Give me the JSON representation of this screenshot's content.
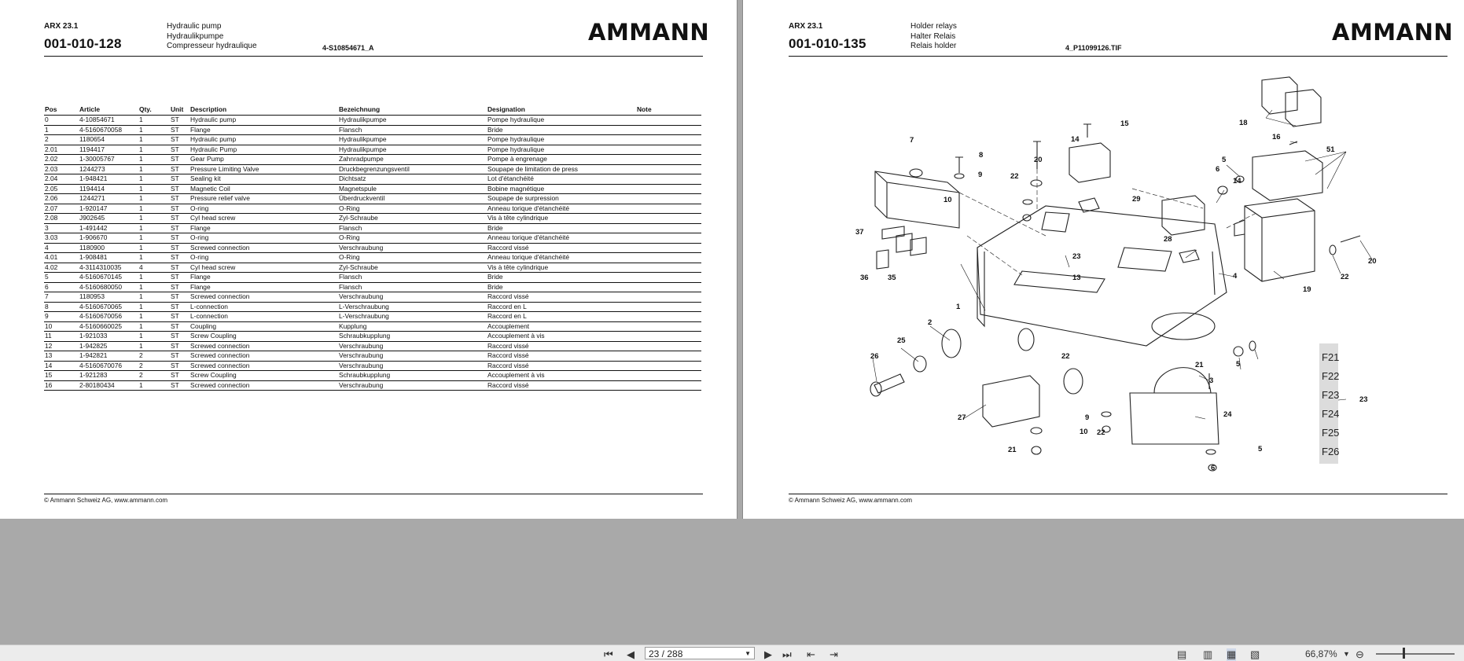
{
  "left_page": {
    "model": "ARX 23.1",
    "number": "001-010-128",
    "title_en": "Hydraulic pump",
    "title_de": "Hydraulikpumpe",
    "title_fr": "Compresseur hydraulique",
    "ref": "4-S10854671_A",
    "brand": "AMMANN",
    "footer": "© Ammann Schweiz AG, www.ammann.com",
    "columns": [
      "Pos",
      "Article",
      "Qty.",
      "Unit",
      "Description",
      "Bezeichnung",
      "Designation",
      "Note"
    ],
    "rows": [
      [
        "0",
        "4-10854671",
        "1",
        "ST",
        "Hydraulic pump",
        "Hydraulikpumpe",
        "Pompe hydraulique",
        ""
      ],
      [
        "1",
        "4-5160670058",
        "1",
        "ST",
        "Flange",
        "Flansch",
        "Bride",
        ""
      ],
      [
        "2",
        "1180654",
        "1",
        "ST",
        "Hydraulic pump",
        "Hydraulikpumpe",
        "Pompe hydraulique",
        ""
      ],
      [
        "2.01",
        "1194417",
        "1",
        "ST",
        "Hydraulic Pump",
        "Hydraulikpumpe",
        "Pompe hydraulique",
        ""
      ],
      [
        "2.02",
        "1-30005767",
        "1",
        "ST",
        "Gear Pump",
        "Zahnradpumpe",
        "Pompe à engrenage",
        ""
      ],
      [
        "2.03",
        "1244273",
        "1",
        "ST",
        "Pressure Limiting Valve",
        "Druckbegrenzungsventil",
        "Soupape de limitation de press",
        ""
      ],
      [
        "2.04",
        "1-948421",
        "1",
        "ST",
        "Sealing kit",
        "Dichtsatz",
        "Lot d'étanchéité",
        ""
      ],
      [
        "2.05",
        "1194414",
        "1",
        "ST",
        "Magnetic Coil",
        "Magnetspule",
        "Bobine magnétique",
        ""
      ],
      [
        "2.06",
        "1244271",
        "1",
        "ST",
        "Pressure relief valve",
        "Überdruckventil",
        "Soupape de surpression",
        ""
      ],
      [
        "2.07",
        "1-920147",
        "1",
        "ST",
        "O-ring",
        "O-Ring",
        "Anneau torique d'étanchéité",
        ""
      ],
      [
        "2.08",
        "J902645",
        "1",
        "ST",
        "Cyl head screw",
        "Zyl-Schraube",
        "Vis à tête cylindrique",
        ""
      ],
      [
        "3",
        "1-491442",
        "1",
        "ST",
        "Flange",
        "Flansch",
        "Bride",
        ""
      ],
      [
        "3.03",
        "1-906670",
        "1",
        "ST",
        "O-ring",
        "O-Ring",
        "Anneau torique d'étanchéité",
        ""
      ],
      [
        "4",
        "1180900",
        "1",
        "ST",
        "Screwed connection",
        "Verschraubung",
        "Raccord vissé",
        ""
      ],
      [
        "4.01",
        "1-908481",
        "1",
        "ST",
        "O-ring",
        "O-Ring",
        "Anneau torique d'étanchéité",
        ""
      ],
      [
        "4.02",
        "4-3114310035",
        "4",
        "ST",
        "Cyl head screw",
        "Zyl-Schraube",
        "Vis à tête cylindrique",
        ""
      ],
      [
        "5",
        "4-5160670145",
        "1",
        "ST",
        "Flange",
        "Flansch",
        "Bride",
        ""
      ],
      [
        "6",
        "4-5160680050",
        "1",
        "ST",
        "Flange",
        "Flansch",
        "Bride",
        ""
      ],
      [
        "7",
        "1180953",
        "1",
        "ST",
        "Screwed connection",
        "Verschraubung",
        "Raccord vissé",
        ""
      ],
      [
        "8",
        "4-5160670065",
        "1",
        "ST",
        "L-connection",
        "L-Verschraubung",
        "Raccord en L",
        ""
      ],
      [
        "9",
        "4-5160670056",
        "1",
        "ST",
        "L-connection",
        "L-Verschraubung",
        "Raccord en L",
        ""
      ],
      [
        "10",
        "4-5160660025",
        "1",
        "ST",
        "Coupling",
        "Kupplung",
        "Accouplement",
        ""
      ],
      [
        "11",
        "1-921033",
        "1",
        "ST",
        "Screw Coupling",
        "Schraubkupplung",
        "Accouplement à vis",
        ""
      ],
      [
        "12",
        "1-942825",
        "1",
        "ST",
        "Screwed connection",
        "Verschraubung",
        "Raccord vissé",
        ""
      ],
      [
        "13",
        "1-942821",
        "2",
        "ST",
        "Screwed connection",
        "Verschraubung",
        "Raccord vissé",
        ""
      ],
      [
        "14",
        "4-5160670076",
        "2",
        "ST",
        "Screwed connection",
        "Verschraubung",
        "Raccord vissé",
        ""
      ],
      [
        "15",
        "1-921283",
        "2",
        "ST",
        "Screw Coupling",
        "Schraubkupplung",
        "Accouplement à vis",
        ""
      ],
      [
        "16",
        "2-80180434",
        "1",
        "ST",
        "Screwed connection",
        "Verschraubung",
        "Raccord vissé",
        ""
      ]
    ]
  },
  "right_page": {
    "model": "ARX 23.1",
    "number": "001-010-135",
    "title_en": "Holder relays",
    "title_de": "Halter Relais",
    "title_fr": "Relais holder",
    "ref": "4_P11099126.TIF",
    "brand": "AMMANN",
    "footer": "© Ammann Schweiz AG, www.ammann.com",
    "callouts": [
      "1",
      "2",
      "3",
      "4",
      "5",
      "5",
      "5",
      "6",
      "6",
      "7",
      "8",
      "9",
      "9",
      "10",
      "10",
      "13",
      "14",
      "14",
      "15",
      "16",
      "18",
      "19",
      "20",
      "20",
      "21",
      "21",
      "22",
      "22",
      "22",
      "22",
      "23",
      "23",
      "24",
      "25",
      "26",
      "27",
      "28",
      "29",
      "35",
      "36",
      "37",
      "51"
    ],
    "fuses": [
      "F21",
      "F22",
      "F23",
      "F24",
      "F25",
      "F26"
    ]
  },
  "toolbar": {
    "page_indicator": "23 / 288",
    "zoom": "66,87%"
  }
}
